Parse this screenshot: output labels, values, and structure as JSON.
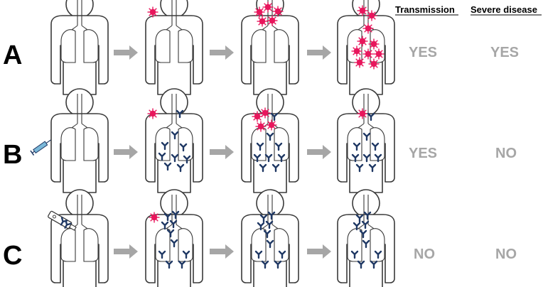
{
  "headers": {
    "transmission": "Transmission",
    "severe_disease": "Severe disease"
  },
  "rows": [
    {
      "label": "A",
      "transmission": "YES",
      "severe_disease": "YES"
    },
    {
      "label": "B",
      "transmission": "YES",
      "severe_disease": "NO"
    },
    {
      "label": "C",
      "transmission": "NO",
      "severe_disease": "NO"
    }
  ],
  "colors": {
    "virus": "#e8175d",
    "antibody": "#1f3864",
    "arrow": "#a6a6a6",
    "outline": "#3a3a3a",
    "outcome_text": "#a6a6a6"
  }
}
